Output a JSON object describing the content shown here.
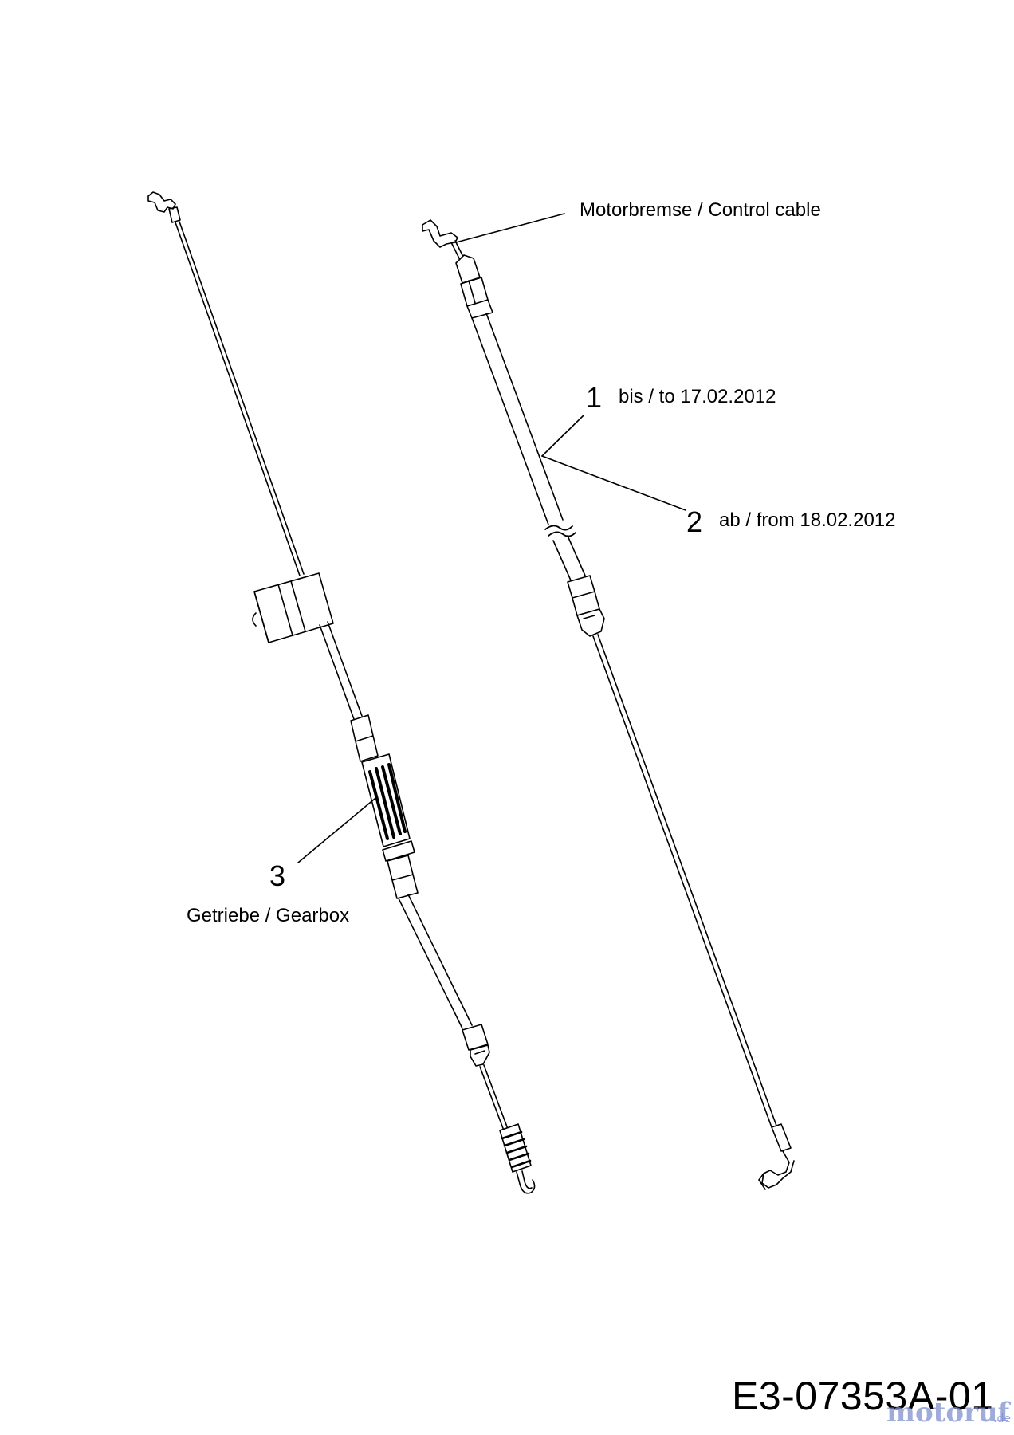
{
  "labels": {
    "motor_brake": "Motorbremse / Control cable",
    "item1_number": "1",
    "item1_text": "bis / to 17.02.2012",
    "item2_number": "2",
    "item2_text": "ab / from 18.02.2012",
    "item3_number": "3",
    "item3_text": "Getriebe / Gearbox"
  },
  "diagram_code": "E3-07353A-01",
  "watermark": {
    "name": "motoruf",
    "tld": ".de",
    "color": "#7f8fcf"
  }
}
